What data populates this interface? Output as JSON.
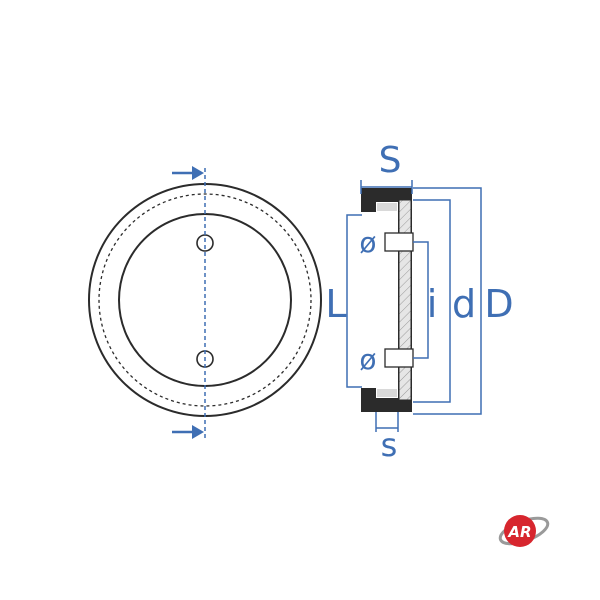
{
  "labels": {
    "S": "S",
    "s": "s",
    "L": "L",
    "i": "i",
    "d": "d",
    "D": "D",
    "diameter_top": "ø",
    "diameter_bottom": "ø"
  },
  "logo": {
    "text": "AR"
  },
  "colors": {
    "dimension": "#3f6fb4",
    "outline": "#2b2b2b",
    "section_fill": "#d9d9d9",
    "logo": "#d7262e"
  }
}
